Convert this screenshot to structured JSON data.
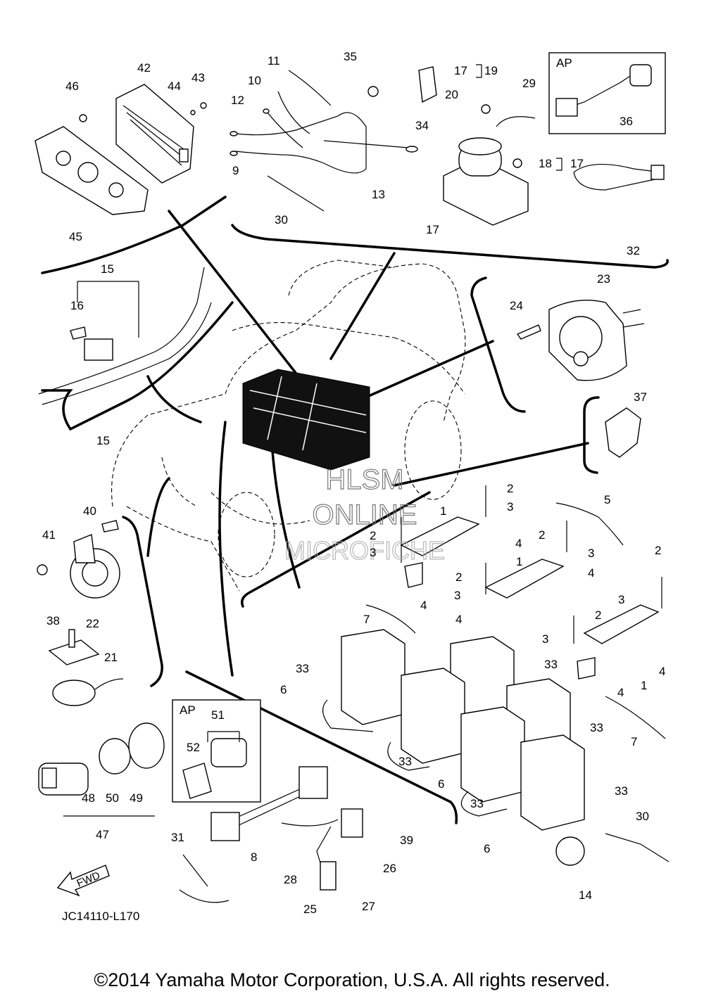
{
  "diagram_code": "JC14110-L170",
  "fwd_label": "FWD",
  "ap_label": "AP",
  "watermark": [
    "HLSM",
    "ONLINE",
    "MICROFICHE"
  ],
  "copyright": "©2014 Yamaha Motor Corporation, U.S.A. All rights reserved.",
  "callouts": {
    "p42": "42",
    "p46": "46",
    "p44": "44",
    "p43": "43",
    "p45": "45",
    "p11": "11",
    "p10": "10",
    "p12": "12",
    "p9": "9",
    "p13": "13",
    "p30a": "30",
    "p35": "35",
    "p34": "34",
    "p17a": "17",
    "p19": "19",
    "p20": "20",
    "p29": "29",
    "p18": "18",
    "p17b": "17",
    "p17c": "17",
    "p32": "32",
    "p36": "36",
    "p15a": "15",
    "p16": "16",
    "p15b": "15",
    "p23": "23",
    "p24": "24",
    "p37": "37",
    "p2a": "2",
    "p3a": "3",
    "p1a": "1",
    "p4a": "4",
    "p2b": "2",
    "p3b": "3",
    "p4b": "4",
    "p5": "5",
    "p2c": "2",
    "p3c": "3",
    "p1b": "1",
    "p4c": "4",
    "p2d": "2",
    "p3d": "3",
    "p4d": "4",
    "p2e": "2",
    "p3e": "3",
    "p4e": "4",
    "p2f": "2",
    "p3f": "3",
    "p4f": "4",
    "p1c": "1",
    "p7a": "7",
    "p7b": "7",
    "p33a": "33",
    "p33b": "33",
    "p33c": "33",
    "p33d": "33",
    "p33e": "33",
    "p33f": "33",
    "p6a": "6",
    "p6b": "6",
    "p6c": "6",
    "p40": "40",
    "p41": "41",
    "p38": "38",
    "p22": "22",
    "p21": "21",
    "p51": "51",
    "p52": "52",
    "p48": "48",
    "p50": "50",
    "p49": "49",
    "p47": "47",
    "p8": "8",
    "p31": "31",
    "p28": "28",
    "p39": "39",
    "p26": "26",
    "p25": "25",
    "p27": "27",
    "p30b": "30",
    "p14": "14"
  }
}
